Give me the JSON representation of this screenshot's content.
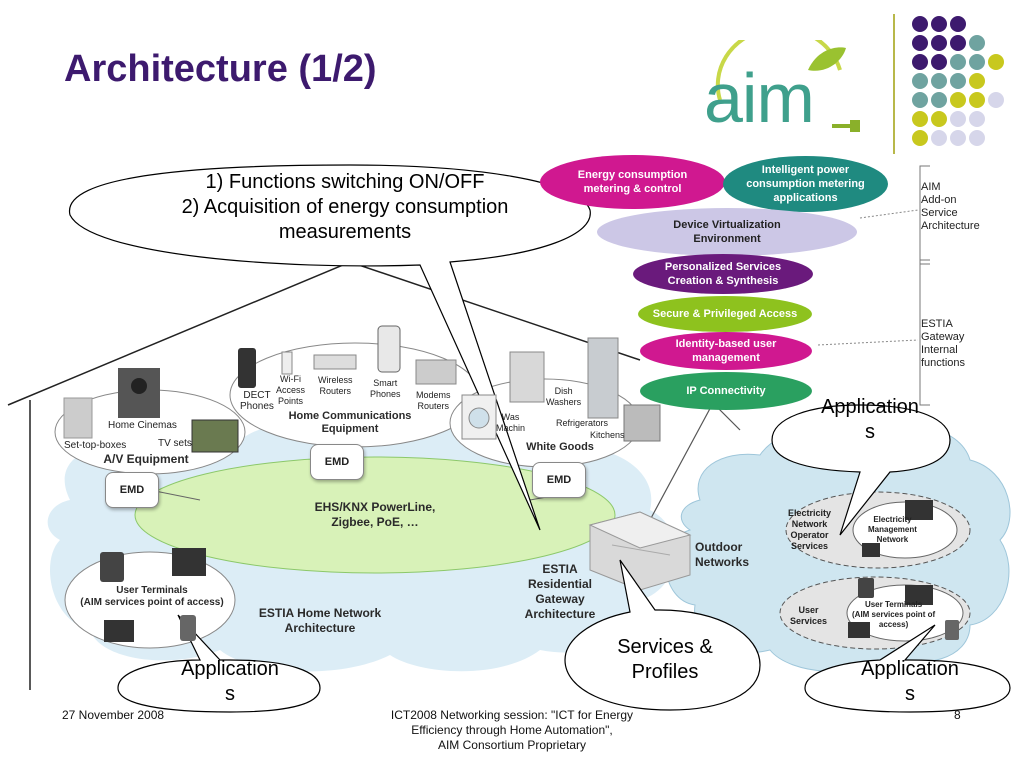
{
  "slide": {
    "title": "Architecture (1/2)",
    "logo_text": "aim",
    "page_number": "8",
    "date": "27 November 2008",
    "footer_lines": [
      "ICT2008 Networking session: \"ICT for Energy",
      "Efficiency through Home Automation\",",
      "AIM Consortium Proprietary"
    ]
  },
  "callouts": {
    "functions": [
      "1) Functions switching ON/OFF",
      "2) Acquisition of energy consumption",
      "measurements"
    ],
    "applications_right_top": [
      "Application",
      "s"
    ],
    "services_profiles": [
      "Services &",
      "Profiles"
    ],
    "applications_bottom_left": [
      "Application",
      "s"
    ],
    "applications_bottom_right": [
      "Application",
      "s"
    ]
  },
  "stack": {
    "energy": [
      "Energy consumption",
      "metering & control"
    ],
    "intelligent": [
      "Intelligent power",
      "consumption metering",
      "applications"
    ],
    "device_virtualization": [
      "Device Virtualization",
      "Environment"
    ],
    "personalized": [
      "Personalized Services",
      "Creation & Synthesis"
    ],
    "secure": "Secure & Privileged Access",
    "identity": [
      "Identity-based user",
      "management"
    ],
    "ip": "IP Connectivity"
  },
  "side_labels": {
    "aim_addon": [
      "AIM",
      "Add-on",
      "Service",
      "Architecture"
    ],
    "estia_gateway": [
      "ESTIA",
      "Gateway",
      "Internal",
      "functions"
    ]
  },
  "house": {
    "av_equipment": "A/V Equipment",
    "home_cinemas": "Home Cinemas",
    "set_top_boxes": "Set-top-boxes",
    "tv_sets": "TV sets",
    "home_comm": [
      "Home Communications",
      "Equipment"
    ],
    "dect": [
      "DECT",
      "Phones"
    ],
    "wifi": [
      "Wi-Fi",
      "Access",
      "Points"
    ],
    "wireless_routers": [
      "Wireless",
      "Routers"
    ],
    "smart_phones": [
      "Smart",
      "Phones"
    ],
    "modems_routers": [
      "Modems",
      "Routers"
    ],
    "white_goods": "White Goods",
    "dish_washers": [
      "Dish",
      "Washers"
    ],
    "washing": [
      "Was",
      "Machin"
    ],
    "refrigerators": "Refrigerators",
    "kitchens": "Kitchens",
    "emd": "EMD",
    "powerline": [
      "EHS/KNX PowerLine,",
      "Zigbee, PoE, …"
    ],
    "user_terminals": [
      "User Terminals",
      "(AIM services point of access)"
    ],
    "home_network": [
      "ESTIA Home Network",
      "Architecture"
    ],
    "gateway": [
      "ESTIA",
      "Residential",
      "Gateway",
      "Architecture"
    ]
  },
  "outdoor": {
    "outdoor_networks": [
      "Outdoor",
      "Networks"
    ],
    "operator": [
      "Electricity",
      "Network",
      "Operator",
      "Services"
    ],
    "mgmt": [
      "Electricity",
      "Management",
      "Network"
    ],
    "user_services": [
      "User",
      "Services"
    ],
    "terminals": [
      "User Terminals",
      "(AIM services point of",
      "access)"
    ]
  },
  "colors": {
    "title": "#3d1a6e",
    "magenta": "#d01890",
    "teal": "#1f8a80",
    "lavender": "#ccc7e6",
    "purple": "#6a1a7c",
    "lime": "#8ec21e",
    "green": "#2aa060",
    "powerline": "#d8f2b8",
    "cloud": "#cfe6f0"
  }
}
